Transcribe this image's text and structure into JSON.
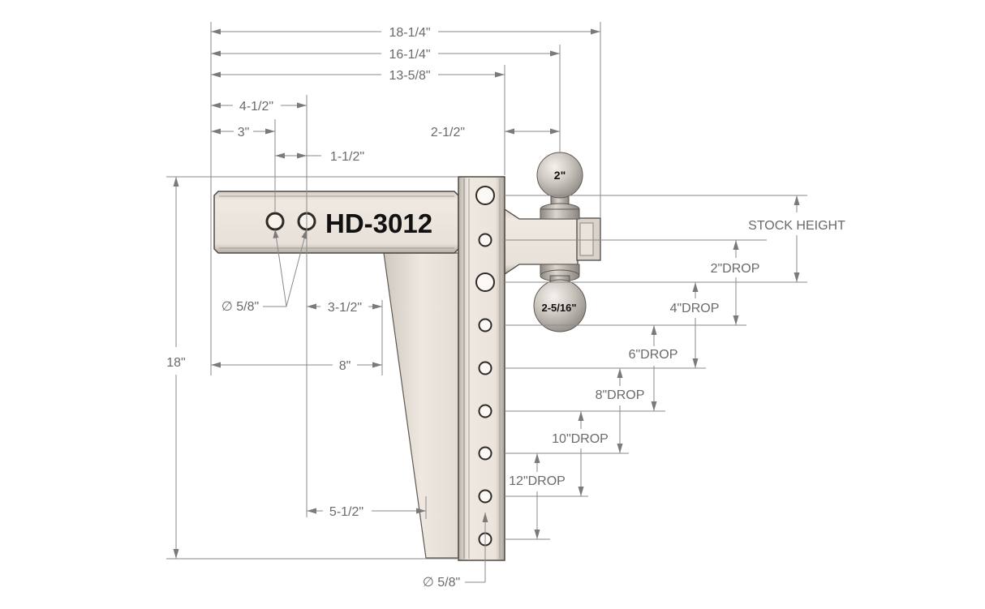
{
  "model_number": "HD-3012",
  "ball_sizes": {
    "top": "2\"",
    "bottom": "2-5/16\""
  },
  "overall_dimensions": {
    "length_overall": "18-1/4\"",
    "length_to_top_ball": "16-1/4\"",
    "length_to_riser": "13-5/8\"",
    "riser_to_ball": "2-1/2\"",
    "height": "18\""
  },
  "shank_dimensions": {
    "pin_hole_far": "4-1/2\"",
    "pin_hole_near": "3\"",
    "pin_hole_spacing": "1-1/2\"",
    "pin_hole_diameter": "∅ 5/8\"",
    "gusset_offset": "3-1/2\"",
    "gusset_start": "8\"",
    "gusset_bottom": "5-1/2\""
  },
  "riser_hole_diameter": "∅ 5/8\"",
  "drop_labels": [
    "STOCK HEIGHT",
    "2\"DROP",
    "4\"DROP",
    "6\"DROP",
    "8\"DROP",
    "10\"DROP",
    "12\"DROP"
  ],
  "colors": {
    "steel": "#ebe4dc",
    "steel_shadow": "#a29b93",
    "steel_dark": "#5e5852",
    "dimension_lines": "#8a8a8a",
    "dimension_text": "#6a6a6a"
  }
}
